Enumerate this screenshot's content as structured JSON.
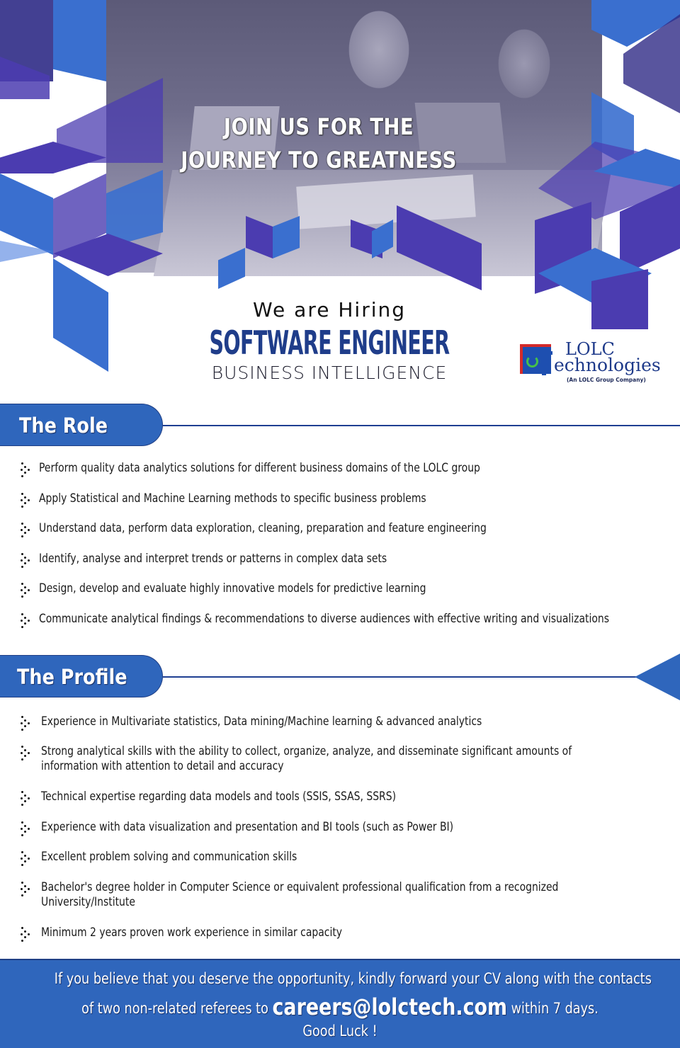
{
  "hero": {
    "headline_line1": "JOIN US FOR THE",
    "headline_line2": "JOURNEY TO GREATNESS",
    "photo_description": "team-meeting-photo"
  },
  "hiring": {
    "intro": "We are Hiring",
    "role": "SOFTWARE ENGINEER",
    "department": "BUSINESS INTELLIGENCE"
  },
  "logo": {
    "line1": "LOLC",
    "line2": "echnologies",
    "tagline": "(An LOLC Group Company)"
  },
  "role_section": {
    "title": "The Role",
    "items": [
      "Perform quality data analytics solutions for different business domains of the LOLC group",
      "Apply Statistical and Machine Learning methods to specific business problems",
      "Understand data, perform data exploration, cleaning, preparation and feature engineering",
      "Identify, analyse and interpret trends or patterns in complex data sets",
      "Design, develop and evaluate highly innovative models for predictive learning",
      "Communicate analytical findings & recommendations to diverse audiences with effective writing and visualizations"
    ]
  },
  "profile_section": {
    "title": "The Profile",
    "items": [
      "Experience in Multivariate statistics, Data mining/Machine learning & advanced analytics",
      "Strong analytical skills with the ability to collect, organize, analyze, and disseminate significant amounts of information with attention to detail and accuracy",
      "Technical expertise regarding data models and tools (SSIS, SSAS, SSRS)",
      "Experience with data visualization and presentation and BI tools (such as Power BI)",
      "Excellent problem solving and communication skills",
      "Bachelor's degree holder in Computer Science or equivalent professional qualification from a recognized University/Institute",
      "Minimum 2 years proven work experience in similar capacity"
    ]
  },
  "footer": {
    "line1": "If you believe that you deserve the opportunity, kindly forward your CV along with the contacts",
    "line2_prefix": "of two non-related referees to ",
    "email": "careers@lolctech.com",
    "line2_suffix": " within 7 days.",
    "line3": "Good Luck !"
  },
  "colors": {
    "primary_blue": "#2f66bc",
    "indigo": "#4b3cb0",
    "navy_text": "#1f3d8a",
    "line": "#1f3f92"
  }
}
